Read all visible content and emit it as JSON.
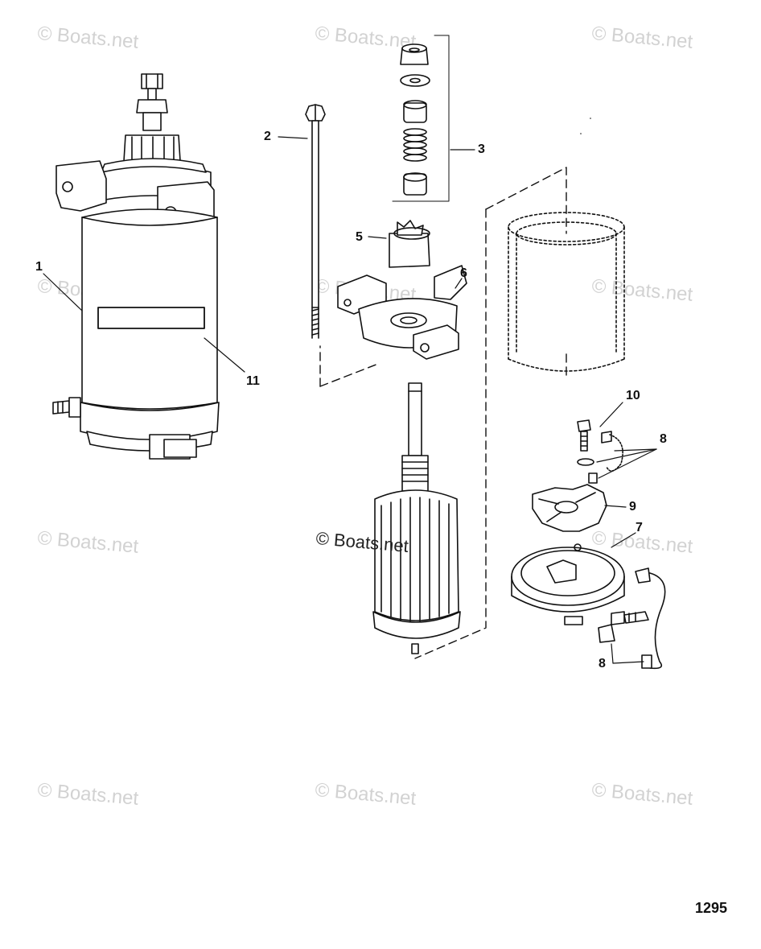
{
  "watermark": {
    "text": "© Boats.net"
  },
  "callouts": {
    "c1": "1",
    "c2": "2",
    "c3": "3",
    "c5": "5",
    "c6": "6",
    "c7": "7",
    "c8a": "8",
    "c8b": "8",
    "c9": "9",
    "c10": "10",
    "c11": "11"
  },
  "page_number": "1295"
}
